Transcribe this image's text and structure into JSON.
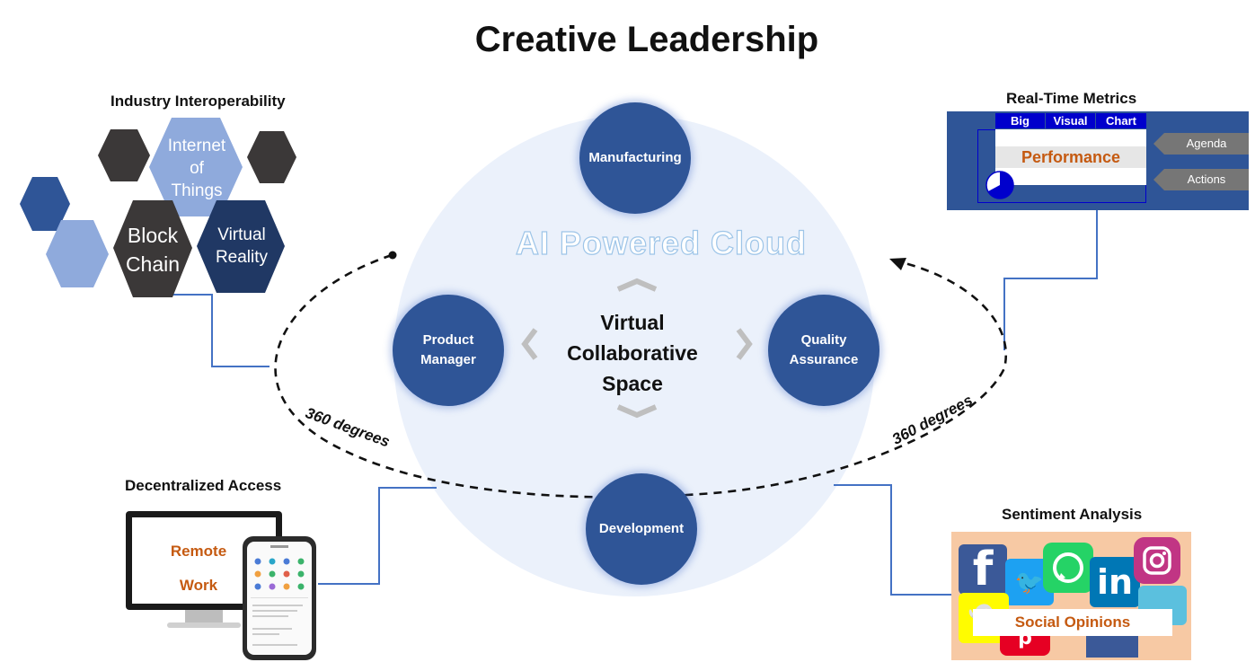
{
  "title": "Creative Leadership",
  "center": {
    "cloud": "AI Powered Cloud",
    "space": [
      "Virtual",
      "Collaborative",
      "Space"
    ]
  },
  "nodes": {
    "top": "Manufacturing",
    "left": [
      "Product",
      "Manager"
    ],
    "right": [
      "Quality",
      "Assurance"
    ],
    "bottom": "Development"
  },
  "orbit": {
    "left_label": "360 degrees",
    "right_label": "360 degrees"
  },
  "industry": {
    "heading": "Industry Interoperability",
    "iot": [
      "Internet",
      "of",
      "Things"
    ],
    "blockchain": [
      "Block",
      "Chain"
    ],
    "vr": [
      "Virtual",
      "Reality"
    ]
  },
  "metrics": {
    "heading": "Real-Time Metrics",
    "columns": [
      "Big",
      "Visual",
      "Chart"
    ],
    "performance": "Performance",
    "buttons": [
      "Agenda",
      "Actions"
    ]
  },
  "access": {
    "heading": "Decentralized Access",
    "screen": [
      "Remote",
      "Work"
    ]
  },
  "sentiment": {
    "heading": "Sentiment Analysis",
    "banner": "Social Opinions"
  },
  "colors": {
    "node": "#2f5597",
    "cloud_circle": "#ebf1fb",
    "hex_dark": "#3b3838",
    "hex_light": "#8faadc",
    "hex_navy": "#203864",
    "accent_orange": "#c55a11",
    "connector": "#4472c4"
  }
}
